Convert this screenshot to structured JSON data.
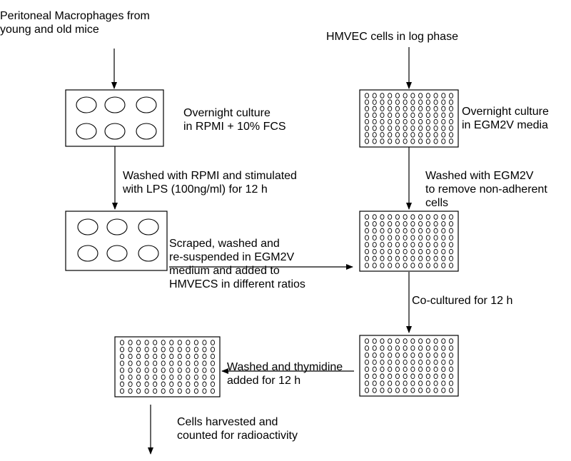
{
  "diagram": {
    "macrophage_source": {
      "line1": "Peritoneal Macrophages from",
      "line2": "young and old  mice"
    },
    "hmvec_source": "HMVEC cells in log phase",
    "macrophage_culture": {
      "line1": "Overnight culture",
      "line2": "in RPMI + 10% FCS"
    },
    "hmvec_culture": {
      "line1": "Overnight culture",
      "line2": "in EGM2V media"
    },
    "macrophage_stimulation": {
      "line1": "Washed with RPMI and stimulated",
      "line2": "with LPS (100ng/ml) for 12 h"
    },
    "hmvec_wash": {
      "line1": "Washed with EGM2V",
      "line2": "to remove non-adherent",
      "line3": "cells"
    },
    "transfer": {
      "line1": "Scraped, washed and",
      "line2": "re-suspended in EGM2V",
      "line3": "medium and added to",
      "line4": "HMVECS in different ratios"
    },
    "coculture": "Co-cultured for 12 h",
    "thymidine": {
      "line1": "Washed and thymidine",
      "line2": "added for 12 h"
    },
    "harvest": {
      "line1": "Cells harvested and",
      "line2": "counted for radioactivity"
    }
  }
}
